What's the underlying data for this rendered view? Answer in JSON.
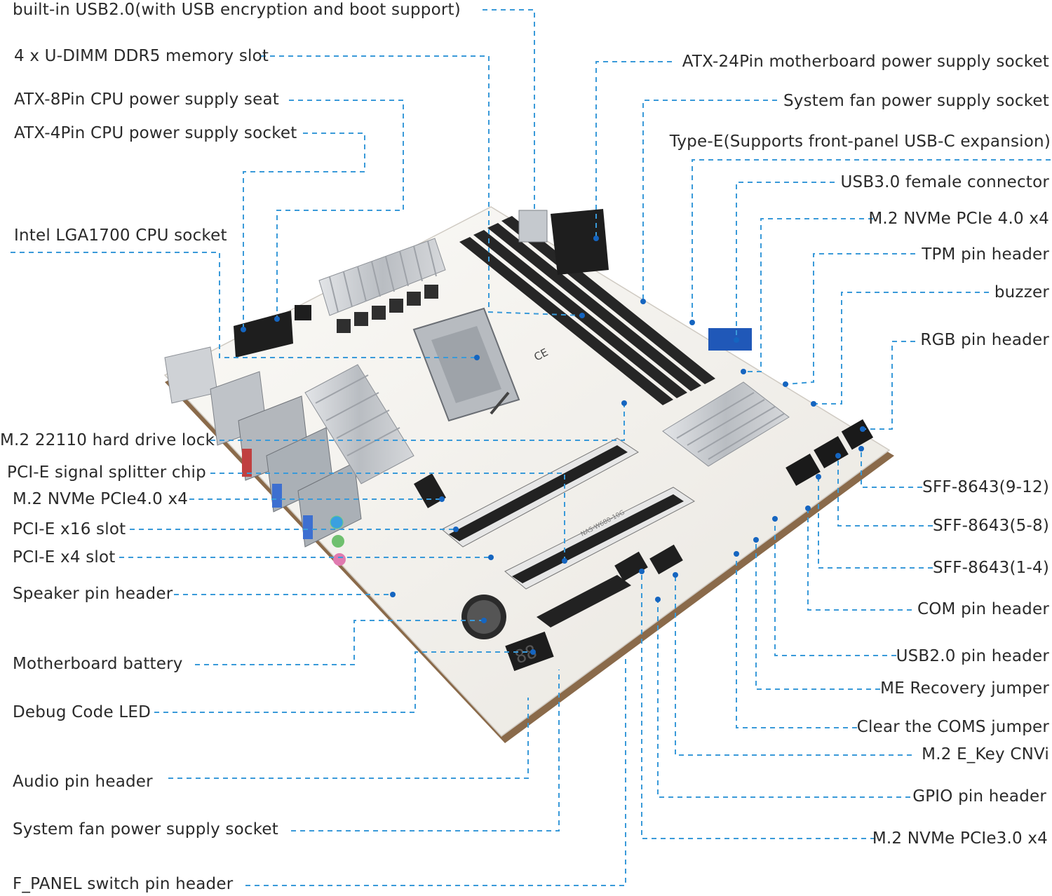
{
  "colors": {
    "leader": "#3a9ad9",
    "pcb": "#f4f2ee",
    "heatsink": "#c9ccd0",
    "slot": "#2b2b2b",
    "callout_dot": "#1565c0"
  },
  "labels_left": [
    "built-in USB2.0(with USB encryption and boot support)",
    "4 x U-DIMM DDR5 memory slot",
    "ATX-8Pin CPU power supply seat",
    "ATX-4Pin CPU power supply socket",
    "Intel LGA1700 CPU socket",
    "M.2 22110 hard drive lock",
    "PCI-E signal splitter chip",
    "M.2 NVMe PCIe4.0 x4",
    "PCI-E x16 slot",
    "PCI-E x4 slot",
    "Speaker pin header",
    "Motherboard battery",
    "Debug Code LED",
    "Audio pin header",
    "System fan power supply socket",
    "F_PANEL switch pin header"
  ],
  "labels_right": [
    "ATX-24Pin motherboard power supply socket",
    "System fan power supply socket",
    "Type-E(Supports front-panel USB-C expansion)",
    "USB3.0 female connector",
    "M.2 NVMe PCIe 4.0 x4",
    "TPM pin header",
    "buzzer",
    "RGB pin header",
    "SFF-8643(9-12)",
    "SFF-8643(5-8)",
    "SFF-8643(1-4)",
    "COM pin header",
    "USB2.0 pin header",
    "ME Recovery jumper",
    "Clear the COMS jumper",
    "M.2 E_Key CNVi",
    "GPIO pin header",
    "M.2 NVMe PCIe3.0 x4"
  ],
  "board_marks": {
    "debug_led": "88",
    "model": "NAS-W680-10G",
    "logo": "CE"
  }
}
